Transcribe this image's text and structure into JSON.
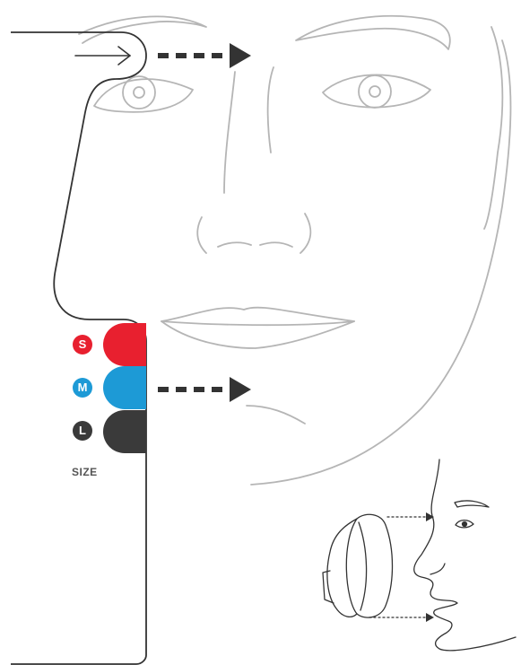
{
  "sizes": [
    {
      "label": "S",
      "color": "#e8202f"
    },
    {
      "label": "M",
      "color": "#1d9ad6"
    },
    {
      "label": "L",
      "color": "#3a3a3a"
    }
  ],
  "size_heading": "SIZE",
  "icons": {
    "face": "face-line-art-icon",
    "profile": "profile-with-mask-icon",
    "arrow": "dashed-arrow-icon"
  },
  "colors": {
    "face_stroke": "#b5b5b5",
    "guide_stroke": "#333333",
    "arrow": "#333333"
  }
}
